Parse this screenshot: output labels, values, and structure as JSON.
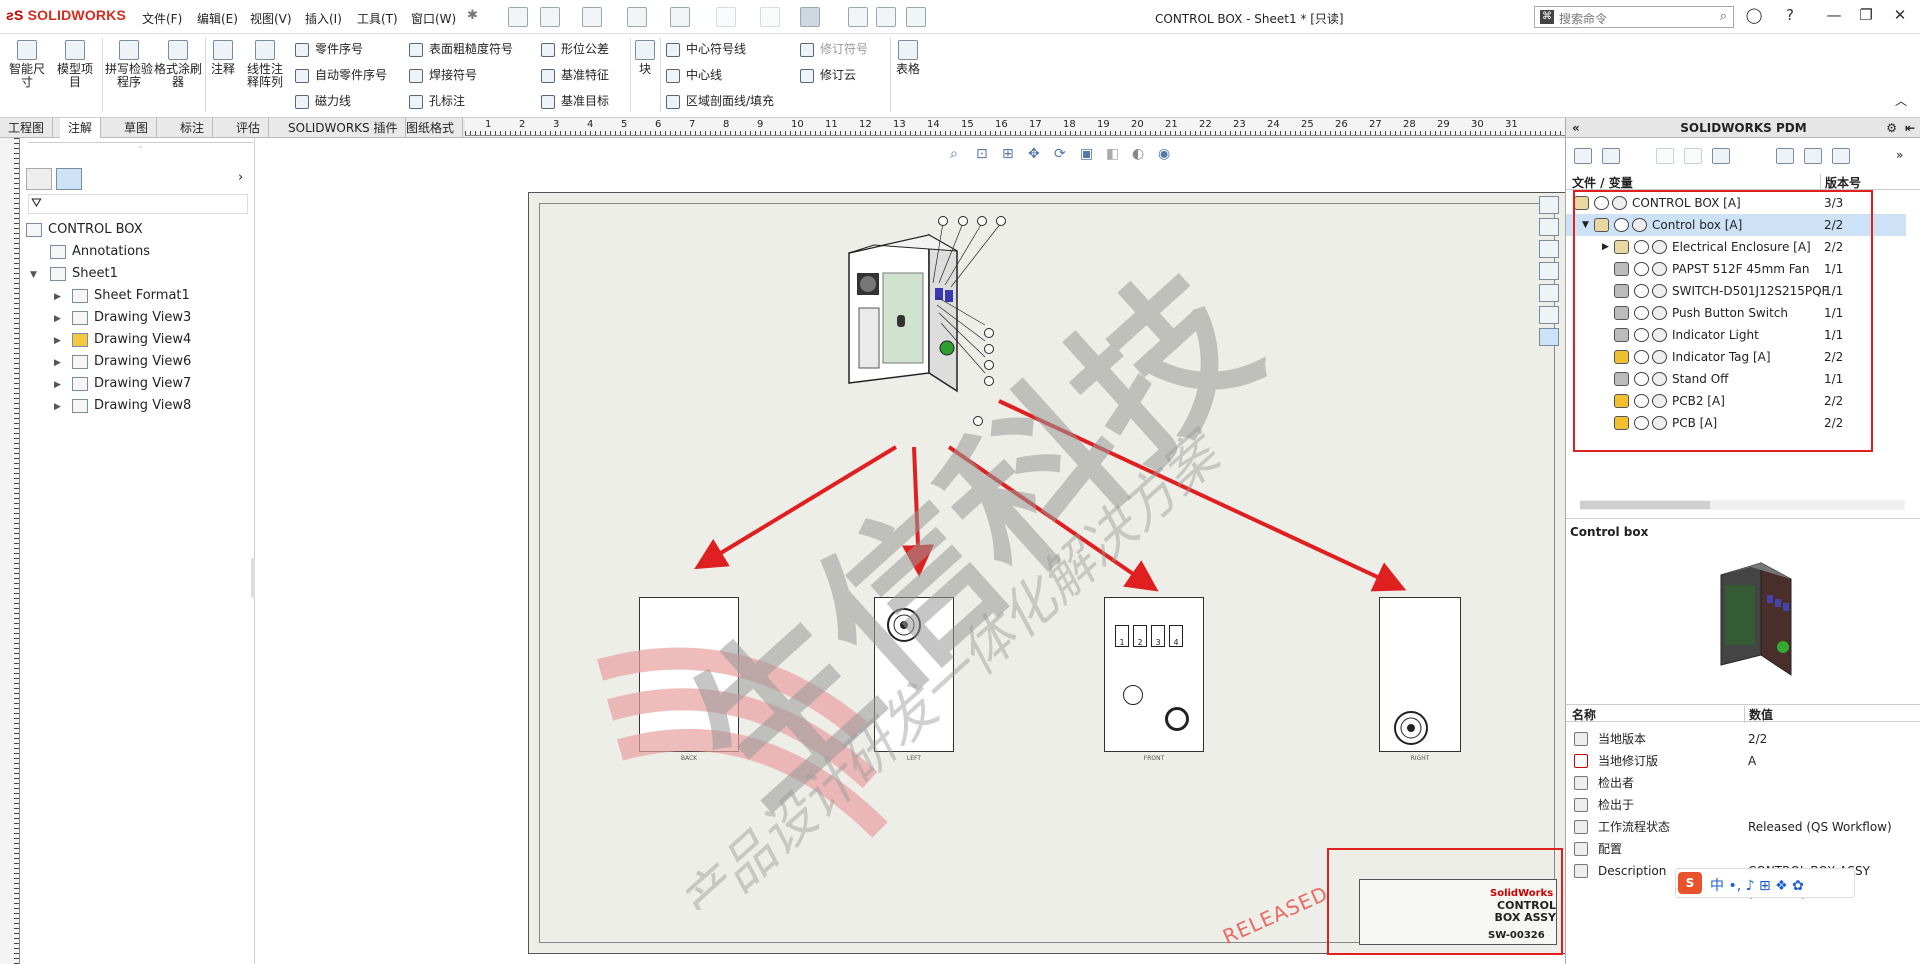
{
  "app": {
    "logo": "SOLIDWORKS",
    "title": "CONTROL BOX - Sheet1 * [只读]",
    "menus": [
      "文件(F)",
      "编辑(E)",
      "视图(V)",
      "插入(I)",
      "工具(T)",
      "窗口(W)"
    ],
    "search_placeholder": "搜索命令"
  },
  "ribbon": {
    "big": [
      "智能尺寸",
      "模型项目",
      "拼写检验程序",
      "格式涂刷器",
      "注释",
      "线性注释阵列"
    ],
    "col1": [
      "零件序号",
      "自动零件序号",
      "磁力线"
    ],
    "col2": [
      "表面粗糙度符号",
      "焊接符号",
      "孔标注"
    ],
    "col3": [
      "形位公差",
      "基准特征",
      "基准目标"
    ],
    "block": "块",
    "col4": [
      "中心符号线",
      "中心线",
      "区域剖面线/填充"
    ],
    "col5": [
      "修订符号",
      "修订云"
    ],
    "table": "表格"
  },
  "tabs": [
    "工程图",
    "注解",
    "草图",
    "标注",
    "评估",
    "SOLIDWORKS 插件",
    "图纸格式"
  ],
  "tree": {
    "root": "CONTROL BOX",
    "items": [
      "Annotations",
      "Sheet1",
      "Sheet Format1",
      "Drawing View3",
      "Drawing View4",
      "Drawing View6",
      "Drawing View7",
      "Drawing View8"
    ]
  },
  "drawing": {
    "view_labels": [
      "BACK",
      "LEFT",
      "FRONT",
      "RIGHT"
    ],
    "stamp": "RELEASED",
    "titleblock_title": "CONTROL BOX ASSY",
    "titleblock_no": "SW-00326",
    "titleblock_brand": "SolidWorks"
  },
  "watermark": {
    "big": "生信科技",
    "sub": "产品设计研发一体化解决方案"
  },
  "pdm": {
    "title": "SOLIDWORKS PDM",
    "col_file": "文件 / 变量",
    "col_ver": "版本号",
    "rows": [
      {
        "name": "CONTROL BOX  [A]",
        "ver": "3/3",
        "indent": 0
      },
      {
        "name": "Control box  [A]",
        "ver": "2/2",
        "indent": 1
      },
      {
        "name": "Electrical Enclosure  [A]",
        "ver": "2/2",
        "indent": 2
      },
      {
        "name": "PAPST 512F 45mm Fan",
        "ver": "1/1",
        "indent": 2
      },
      {
        "name": "SWITCH-D501J12S215PQF",
        "ver": "1/1",
        "indent": 2
      },
      {
        "name": "Push Button Switch",
        "ver": "1/1",
        "indent": 2
      },
      {
        "name": "Indicator Light",
        "ver": "1/1",
        "indent": 2
      },
      {
        "name": "Indicator Tag  [A]",
        "ver": "2/2",
        "indent": 2
      },
      {
        "name": "Stand Off",
        "ver": "1/1",
        "indent": 2
      },
      {
        "name": "PCB2  [A]",
        "ver": "2/2",
        "indent": 2
      },
      {
        "name": "PCB  [A]",
        "ver": "2/2",
        "indent": 2
      }
    ],
    "preview_title": "Control box",
    "prop_col_name": "名称",
    "prop_col_value": "数值",
    "props": [
      {
        "k": "当地版本",
        "v": "2/2"
      },
      {
        "k": "当地修订版",
        "v": "A"
      },
      {
        "k": "检出者",
        "v": ""
      },
      {
        "k": "检出于",
        "v": ""
      },
      {
        "k": "工作流程状态",
        "v": "Released (QS Workflow)"
      },
      {
        "k": "配置",
        "v": ""
      },
      {
        "k": "Description",
        "v": "CONTROL BOX ASSY (CLOSED)"
      }
    ]
  },
  "colors": {
    "accent": "#e02020",
    "selection": "#cde2f7"
  }
}
